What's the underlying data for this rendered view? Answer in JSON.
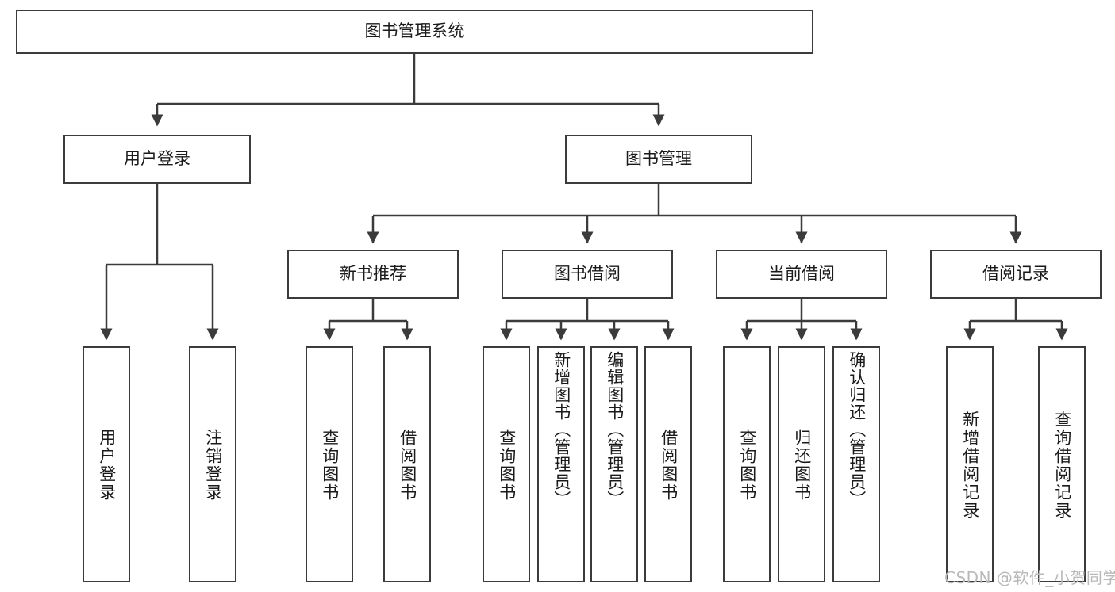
{
  "diagram": {
    "type": "tree-hierarchy",
    "title": "图书管理系统",
    "watermark": "CSDN @软件_小贺同学",
    "colors": {
      "box_border": "#3b3b3b",
      "box_fill": "#ffffff",
      "connector": "#3b3b3b",
      "text": "#1a1a1a",
      "watermark": "#b9b9b9",
      "background": "#ffffff"
    },
    "nodes": {
      "root": {
        "label": "图书管理系统"
      },
      "level1": [
        {
          "label": "用户登录"
        },
        {
          "label": "图书管理"
        }
      ],
      "level2": [
        {
          "label": "新书推荐"
        },
        {
          "label": "图书借阅"
        },
        {
          "label": "当前借阅"
        },
        {
          "label": "借阅记录"
        }
      ],
      "leaves": {
        "user_login": [
          {
            "label": "用户登录"
          },
          {
            "label": "注销登录"
          }
        ],
        "new_book_recommend": [
          {
            "label": "查询图书"
          },
          {
            "label": "借阅图书"
          }
        ],
        "book_borrow": [
          {
            "label": "查询图书"
          },
          {
            "label": "新增图书（管理员）"
          },
          {
            "label": "编辑图书（管理员）"
          },
          {
            "label": "借阅图书"
          }
        ],
        "current_borrow": [
          {
            "label": "查询图书"
          },
          {
            "label": "归还图书"
          },
          {
            "label": "确认归还（管理员）"
          }
        ],
        "borrow_records": [
          {
            "label": "新增借阅记录"
          },
          {
            "label": "查询借阅记录"
          }
        ]
      }
    }
  }
}
